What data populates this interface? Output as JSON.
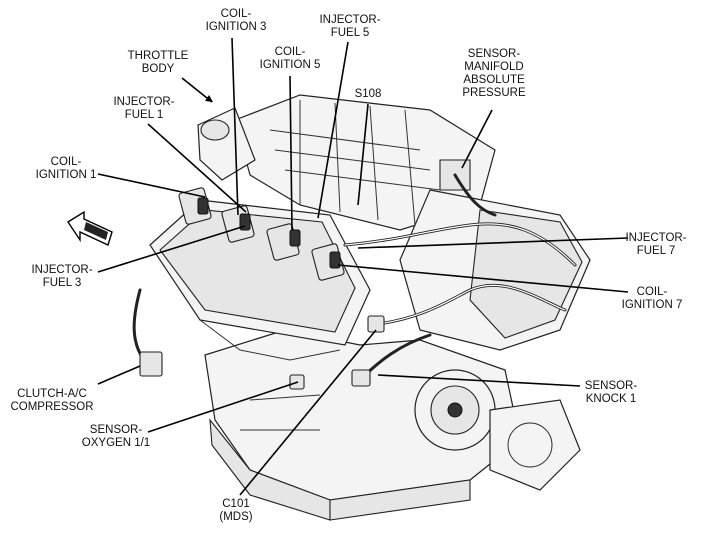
{
  "labels": {
    "coil_ignition_3": [
      "COIL-",
      "IGNITION 3"
    ],
    "injector_fuel_5": [
      "INJECTOR-",
      "FUEL 5"
    ],
    "throttle_body": [
      "THROTTLE",
      "BODY"
    ],
    "coil_ignition_5": [
      "COIL-",
      "IGNITION 5"
    ],
    "sensor_map": [
      "SENSOR-",
      "MANIFOLD",
      "ABSOLUTE",
      "PRESSURE"
    ],
    "injector_fuel_1": [
      "INJECTOR-",
      "FUEL 1"
    ],
    "s108": [
      "S108"
    ],
    "coil_ignition_1": [
      "COIL-",
      "IGNITION 1"
    ],
    "injector_fuel_7": [
      "INJECTOR-",
      "FUEL 7"
    ],
    "injector_fuel_3": [
      "INJECTOR-",
      "FUEL 3"
    ],
    "coil_ignition_7": [
      "COIL-",
      "IGNITION 7"
    ],
    "clutch_ac": [
      "CLUTCH-A/C",
      "COMPRESSOR"
    ],
    "sensor_knock": [
      "SENSOR-",
      "KNOCK 1"
    ],
    "sensor_oxygen": [
      "SENSOR-",
      "OXYGEN 1/1"
    ],
    "c101": [
      "C101",
      "(MDS)"
    ]
  }
}
